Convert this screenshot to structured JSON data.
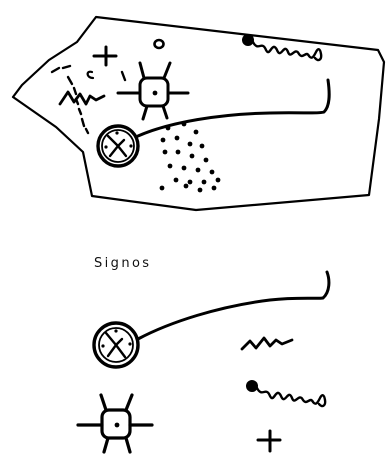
{
  "legend": {
    "title": "Signos"
  },
  "colors": {
    "ink": "#000000",
    "background": "#ffffff"
  },
  "rock": {
    "figures": [
      "rock-outline",
      "circle-sign",
      "staff-line",
      "square-sun-sign",
      "cross-sign",
      "small-ring",
      "zigzag-sign",
      "dot-wavy-sign",
      "dot-cluster",
      "dash-marks"
    ]
  },
  "signs": [
    "staff-with-circle-sign",
    "zigzag-sign",
    "dot-wavy-sign",
    "square-sun-sign",
    "cross-sign"
  ]
}
